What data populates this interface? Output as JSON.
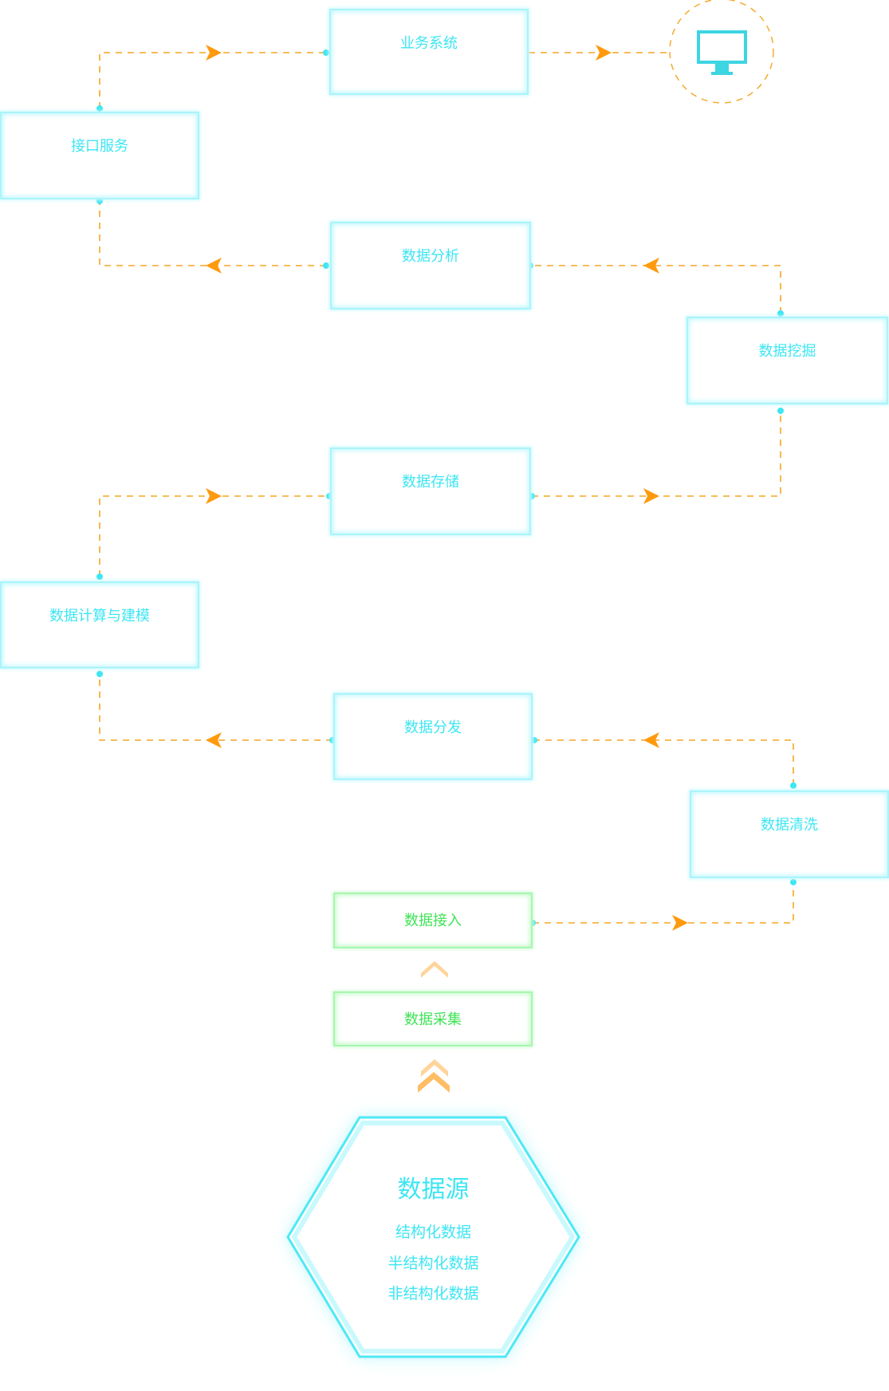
{
  "diagram": {
    "title": "数据处理流程",
    "nodes": {
      "business_system": "业务系统",
      "interface_service": "接口服务",
      "data_analysis": "数据分析",
      "data_mining": "数据挖掘",
      "data_storage": "数据存储",
      "data_compute_modeling": "数据计算与建模",
      "data_distribution": "数据分发",
      "data_cleaning": "数据清洗",
      "data_access": "数据接入",
      "data_collection": "数据采集"
    },
    "data_source": {
      "title": "数据源",
      "types": [
        "结构化数据",
        "半结构化数据",
        "非结构化数据"
      ]
    },
    "terminal_icon": "monitor-icon",
    "flow": [
      "数据源",
      "数据采集",
      "数据接入",
      "数据清洗",
      "数据分发",
      "数据计算与建模",
      "数据存储",
      "数据挖掘",
      "数据分析",
      "接口服务",
      "业务系统",
      "终端"
    ],
    "colors": {
      "node_text": "#3de6f3",
      "node_border": "#a9f4fb",
      "ingest_text": "#3fe356",
      "ingest_border": "#a6f7ae",
      "connector": "#f5a623",
      "arrow": "#ff9a0e",
      "dot": "#3de6f3",
      "chevron_light": "#ffd49a",
      "chevron_dark": "#ffbd66"
    }
  }
}
